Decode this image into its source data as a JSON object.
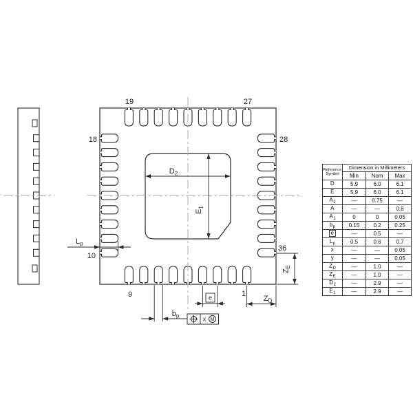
{
  "diagram": {
    "pin_labels": {
      "p19": "19",
      "p27": "27",
      "p18": "18",
      "p28": "28",
      "p10": "10",
      "p36": "36",
      "p9": "9",
      "p1": "1"
    },
    "dims": {
      "d2": {
        "base": "D",
        "sub": "2"
      },
      "e1": {
        "base": "E",
        "sub": "1"
      },
      "lp": {
        "base": "L",
        "sub": "p"
      },
      "bp": {
        "base": "b",
        "sub": "p"
      },
      "zd": {
        "base": "Z",
        "sub": "D"
      },
      "ze": {
        "base": "Z",
        "sub": "E"
      },
      "pitch": {
        "base": "e"
      }
    },
    "fcf": {
      "symbol": "true-position",
      "tolerance_zone": "x",
      "modifier": "M"
    },
    "line_color": "#2b2b2b",
    "centerline_color": "#a8a8a8"
  },
  "table": {
    "header": {
      "ref1": "Reference",
      "ref2": "Symbol",
      "dim_title": "Dimension in Millimeters",
      "min": "Min",
      "nom": "Nom",
      "max": "Max"
    },
    "rows": [
      {
        "sym": "D",
        "sub": "",
        "boxed": false,
        "min": "5.9",
        "nom": "6.0",
        "max": "6.1"
      },
      {
        "sym": "E",
        "sub": "",
        "boxed": false,
        "min": "5.9",
        "nom": "6.0",
        "max": "6.1"
      },
      {
        "sym": "A",
        "sub": "2",
        "boxed": false,
        "min": "—",
        "nom": "0.75",
        "max": "—"
      },
      {
        "sym": "A",
        "sub": "",
        "boxed": false,
        "min": "—",
        "nom": "—",
        "max": "0.8"
      },
      {
        "sym": "A",
        "sub": "1",
        "boxed": false,
        "min": "0",
        "nom": "0",
        "max": "0.05"
      },
      {
        "sym": "b",
        "sub": "p",
        "boxed": false,
        "min": "0.15",
        "nom": "0.2",
        "max": "0.25"
      },
      {
        "sym": "e",
        "sub": "",
        "boxed": true,
        "min": "—",
        "nom": "0.5",
        "max": "—"
      },
      {
        "sym": "L",
        "sub": "p",
        "boxed": false,
        "min": "0.5",
        "nom": "0.6",
        "max": "0.7"
      },
      {
        "sym": "x",
        "sub": "",
        "boxed": false,
        "min": "—",
        "nom": "—",
        "max": "0.05"
      },
      {
        "sym": "y",
        "sub": "",
        "boxed": false,
        "min": "—",
        "nom": "—",
        "max": "0.05"
      },
      {
        "sym": "Z",
        "sub": "D",
        "boxed": false,
        "min": "—",
        "nom": "1.0",
        "max": "—"
      },
      {
        "sym": "Z",
        "sub": "E",
        "boxed": false,
        "min": "—",
        "nom": "1.0",
        "max": "—"
      },
      {
        "sym": "D",
        "sub": "2",
        "boxed": false,
        "min": "—",
        "nom": "2.9",
        "max": "—"
      },
      {
        "sym": "E",
        "sub": "1",
        "boxed": false,
        "min": "—",
        "nom": "2.9",
        "max": "—"
      }
    ]
  }
}
